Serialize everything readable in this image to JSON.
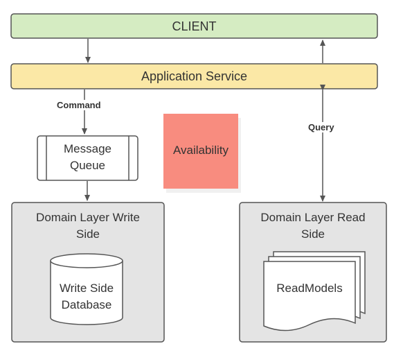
{
  "client": {
    "label": "CLIENT",
    "fill": "#d5ecc2",
    "stroke": "#555555"
  },
  "app_service": {
    "label": "Application Service",
    "fill": "#fbe8a6",
    "stroke": "#555555"
  },
  "edges": {
    "command_label": "Command",
    "query_label": "Query"
  },
  "message_queue": {
    "line1": "Message",
    "line2": "Queue"
  },
  "sticky_note": {
    "label": "Availability",
    "fill": "#f88c7f"
  },
  "write_side": {
    "title_line1": "Domain Layer Write",
    "title_line2": "Side",
    "db_line1": "Write Side",
    "db_line2": "Database",
    "fill": "#e4e4e4"
  },
  "read_side": {
    "title_line1": "Domain Layer Read",
    "title_line2": "Side",
    "docs_label": "ReadModels",
    "fill": "#e4e4e4"
  },
  "icons": {
    "database": "cylinder-database-icon",
    "documents": "stacked-documents-icon"
  }
}
